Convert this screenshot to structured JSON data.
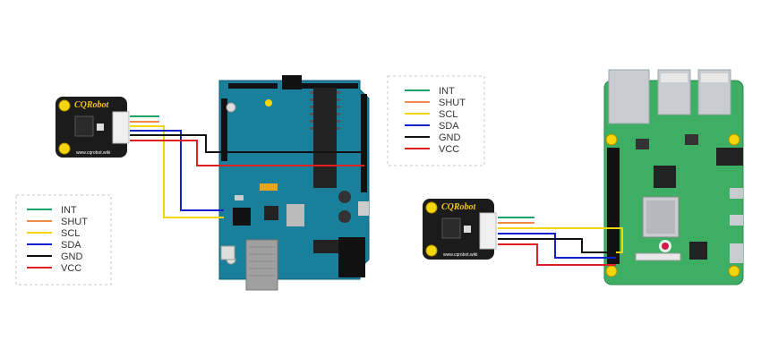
{
  "colors": {
    "INT": "#1aa36b",
    "SHUT": "#f08a4b",
    "SCL": "#f5d60a",
    "SDA": "#1020d0",
    "GND": "#111111",
    "VCC": "#e02020"
  },
  "legend": [
    {
      "label": "INT",
      "key": "INT"
    },
    {
      "label": "SHUT",
      "key": "SHUT"
    },
    {
      "label": "SCL",
      "key": "SCL"
    },
    {
      "label": "SDA",
      "key": "SDA"
    },
    {
      "label": "GND",
      "key": "GND"
    },
    {
      "label": "VCC",
      "key": "VCC"
    }
  ],
  "sensor": {
    "brand": "CQRobot",
    "url": "www.cqrobot.wiki"
  }
}
